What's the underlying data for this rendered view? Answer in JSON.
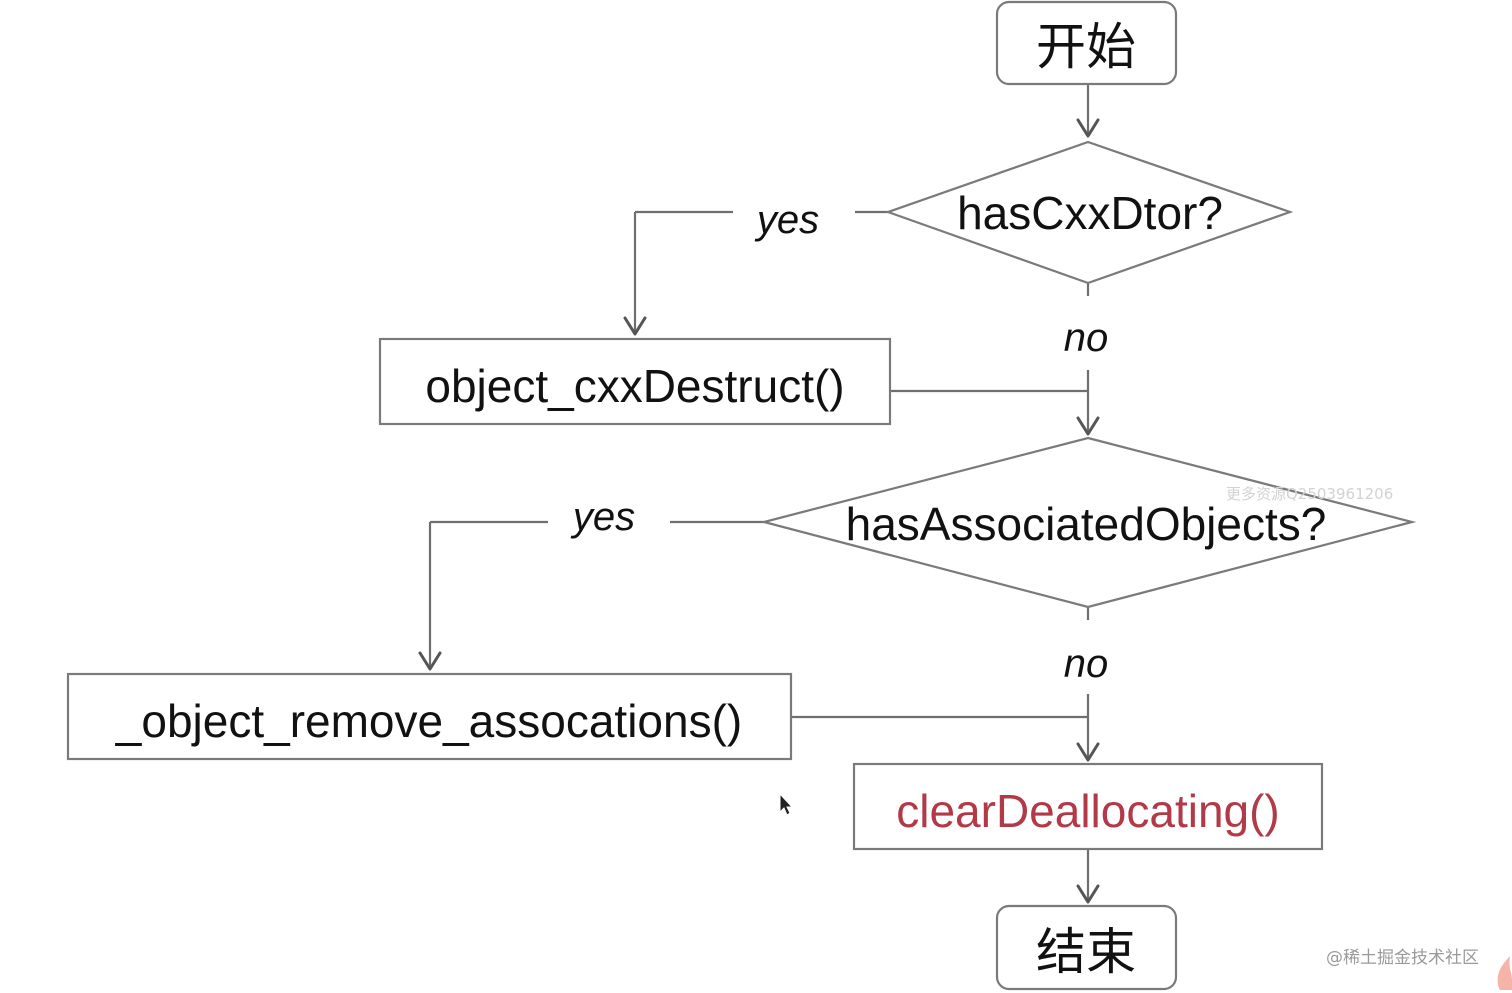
{
  "nodes": {
    "start": "开始",
    "has_cxx_dtor": "hasCxxDtor?",
    "object_cxx_destruct": "object_cxxDestruct()",
    "has_associated_objects": "hasAssociatedObjects?",
    "object_remove_assocations": "_object_remove_assocations()",
    "clear_deallocating": "clearDeallocating()",
    "end": "结束"
  },
  "edges": {
    "yes_1": "yes",
    "no_1": "no",
    "yes_2": "yes",
    "no_2": "no"
  },
  "watermarks": {
    "resource": "更多资源Q2503961206",
    "site": "@稀土掘金技术社区"
  },
  "colors": {
    "highlight_text": "#b23a48",
    "stroke": "#7a7a7a"
  }
}
